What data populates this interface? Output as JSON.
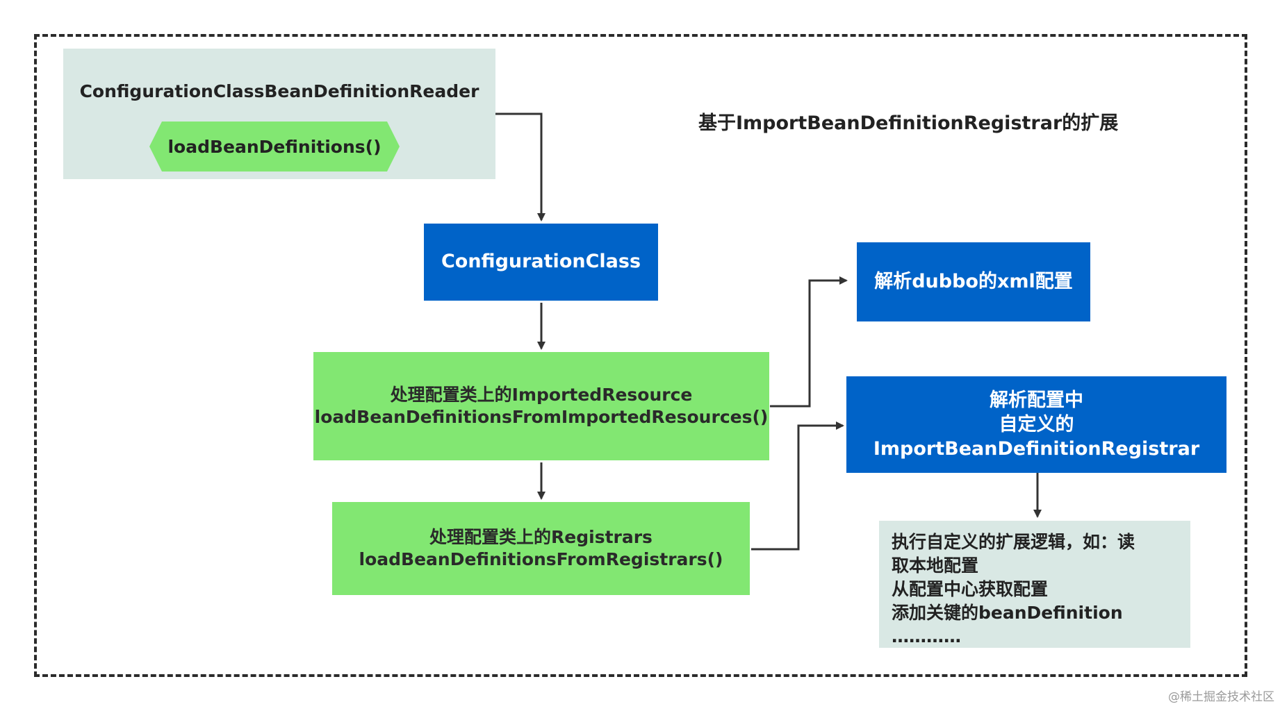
{
  "diagram": {
    "title": "基于ImportBeanDefinitionRegistrar的扩展",
    "nodes": {
      "reader": {
        "label": "ConfigurationClassBeanDefinitionReader"
      },
      "load_method": {
        "label": "loadBeanDefinitions()"
      },
      "configuration_class": {
        "label": "ConfigurationClass"
      },
      "imported_resource": {
        "line1": "处理配置类上的ImportedResource",
        "line2": "loadBeanDefinitionsFromImportedResources()"
      },
      "registrars": {
        "line1": "处理配置类上的Registrars",
        "line2": "loadBeanDefinitionsFromRegistrars()"
      },
      "dubbo_xml": {
        "label": "解析dubbo的xml配置"
      },
      "custom_registrar": {
        "line1": "解析配置中",
        "line2": "自定义的",
        "line3": "ImportBeanDefinitionRegistrar"
      },
      "custom_logic": {
        "lines": [
          "执行自定义的扩展逻辑，如：读",
          "取本地配置",
          "从配置中心获取配置",
          "添加关键的beanDefinition",
          "…………"
        ]
      }
    },
    "edges": [
      {
        "from": "reader",
        "to": "configuration_class"
      },
      {
        "from": "configuration_class",
        "to": "imported_resource"
      },
      {
        "from": "imported_resource",
        "to": "registrars"
      },
      {
        "from": "imported_resource",
        "to": "dubbo_xml"
      },
      {
        "from": "registrars",
        "to": "custom_registrar"
      },
      {
        "from": "custom_registrar",
        "to": "custom_logic"
      }
    ]
  },
  "colors": {
    "grey_box": "#d9e8e4",
    "green_box": "#82e772",
    "blue_box": "#0063c8",
    "arrow": "#333333"
  },
  "watermark": "@稀土掘金技术社区"
}
